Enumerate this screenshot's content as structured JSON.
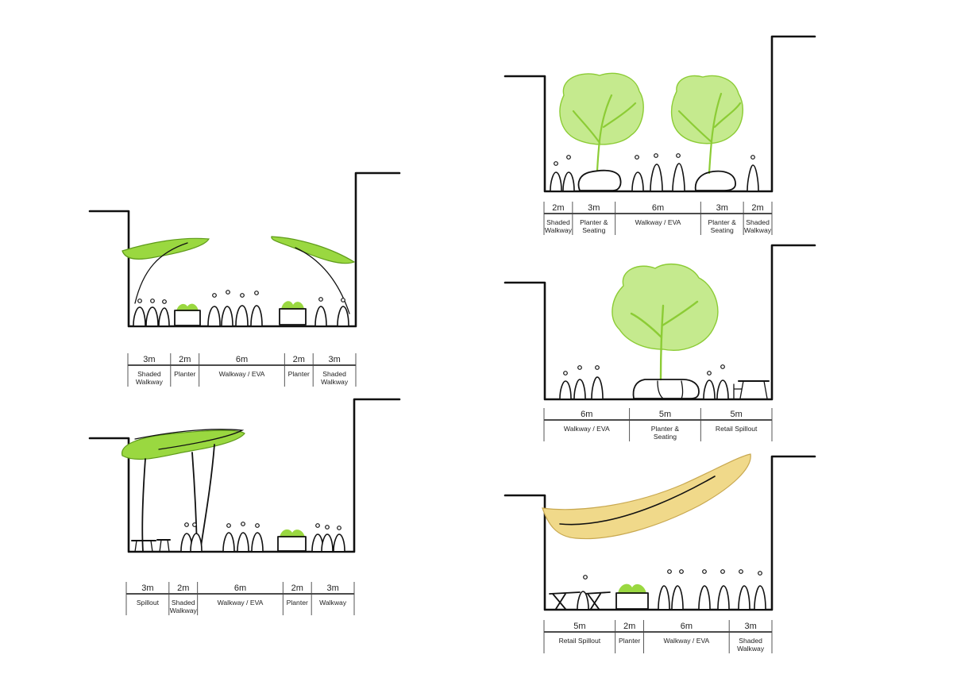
{
  "colors": {
    "canopy_green": "#9ad840",
    "tree_green": "#c5ea8e",
    "shade_sail": "#f0d98a",
    "ink": "#111111"
  },
  "sections": [
    {
      "id": "section-a",
      "segments": [
        {
          "width": 3,
          "dim": "3m",
          "label": [
            "Shaded",
            "Walkway"
          ]
        },
        {
          "width": 2,
          "dim": "2m",
          "label": [
            "Planter"
          ]
        },
        {
          "width": 6,
          "dim": "6m",
          "label": [
            "Walkway / EVA"
          ]
        },
        {
          "width": 2,
          "dim": "2m",
          "label": [
            "Planter"
          ]
        },
        {
          "width": 3,
          "dim": "3m",
          "label": [
            "Shaded",
            "Walkway"
          ]
        }
      ]
    },
    {
      "id": "section-b",
      "segments": [
        {
          "width": 3,
          "dim": "3m",
          "label": [
            "Spillout"
          ]
        },
        {
          "width": 2,
          "dim": "2m",
          "label": [
            "Shaded",
            "Walkway"
          ]
        },
        {
          "width": 6,
          "dim": "6m",
          "label": [
            "Walkway / EVA"
          ]
        },
        {
          "width": 2,
          "dim": "2m",
          "label": [
            "Planter"
          ]
        },
        {
          "width": 3,
          "dim": "3m",
          "label": [
            "Walkway"
          ]
        }
      ]
    },
    {
      "id": "section-c",
      "segments": [
        {
          "width": 2,
          "dim": "2m",
          "label": [
            "Shaded",
            "Walkway"
          ]
        },
        {
          "width": 3,
          "dim": "3m",
          "label": [
            "Planter &",
            "Seating"
          ]
        },
        {
          "width": 6,
          "dim": "6m",
          "label": [
            "Walkway / EVA"
          ]
        },
        {
          "width": 3,
          "dim": "3m",
          "label": [
            "Planter &",
            "Seating"
          ]
        },
        {
          "width": 2,
          "dim": "2m",
          "label": [
            "Shaded",
            "Walkway"
          ]
        }
      ]
    },
    {
      "id": "section-d",
      "segments": [
        {
          "width": 6,
          "dim": "6m",
          "label": [
            "Walkway / EVA"
          ]
        },
        {
          "width": 5,
          "dim": "5m",
          "label": [
            "Planter &",
            "Seating"
          ]
        },
        {
          "width": 5,
          "dim": "5m",
          "label": [
            "Retail Spillout"
          ]
        }
      ]
    },
    {
      "id": "section-e",
      "segments": [
        {
          "width": 5,
          "dim": "5m",
          "label": [
            "Retail Spillout"
          ]
        },
        {
          "width": 2,
          "dim": "2m",
          "label": [
            "Planter"
          ]
        },
        {
          "width": 6,
          "dim": "6m",
          "label": [
            "Walkway / EVA"
          ]
        },
        {
          "width": 3,
          "dim": "3m",
          "label": [
            "Shaded",
            "Walkway"
          ]
        }
      ]
    }
  ]
}
